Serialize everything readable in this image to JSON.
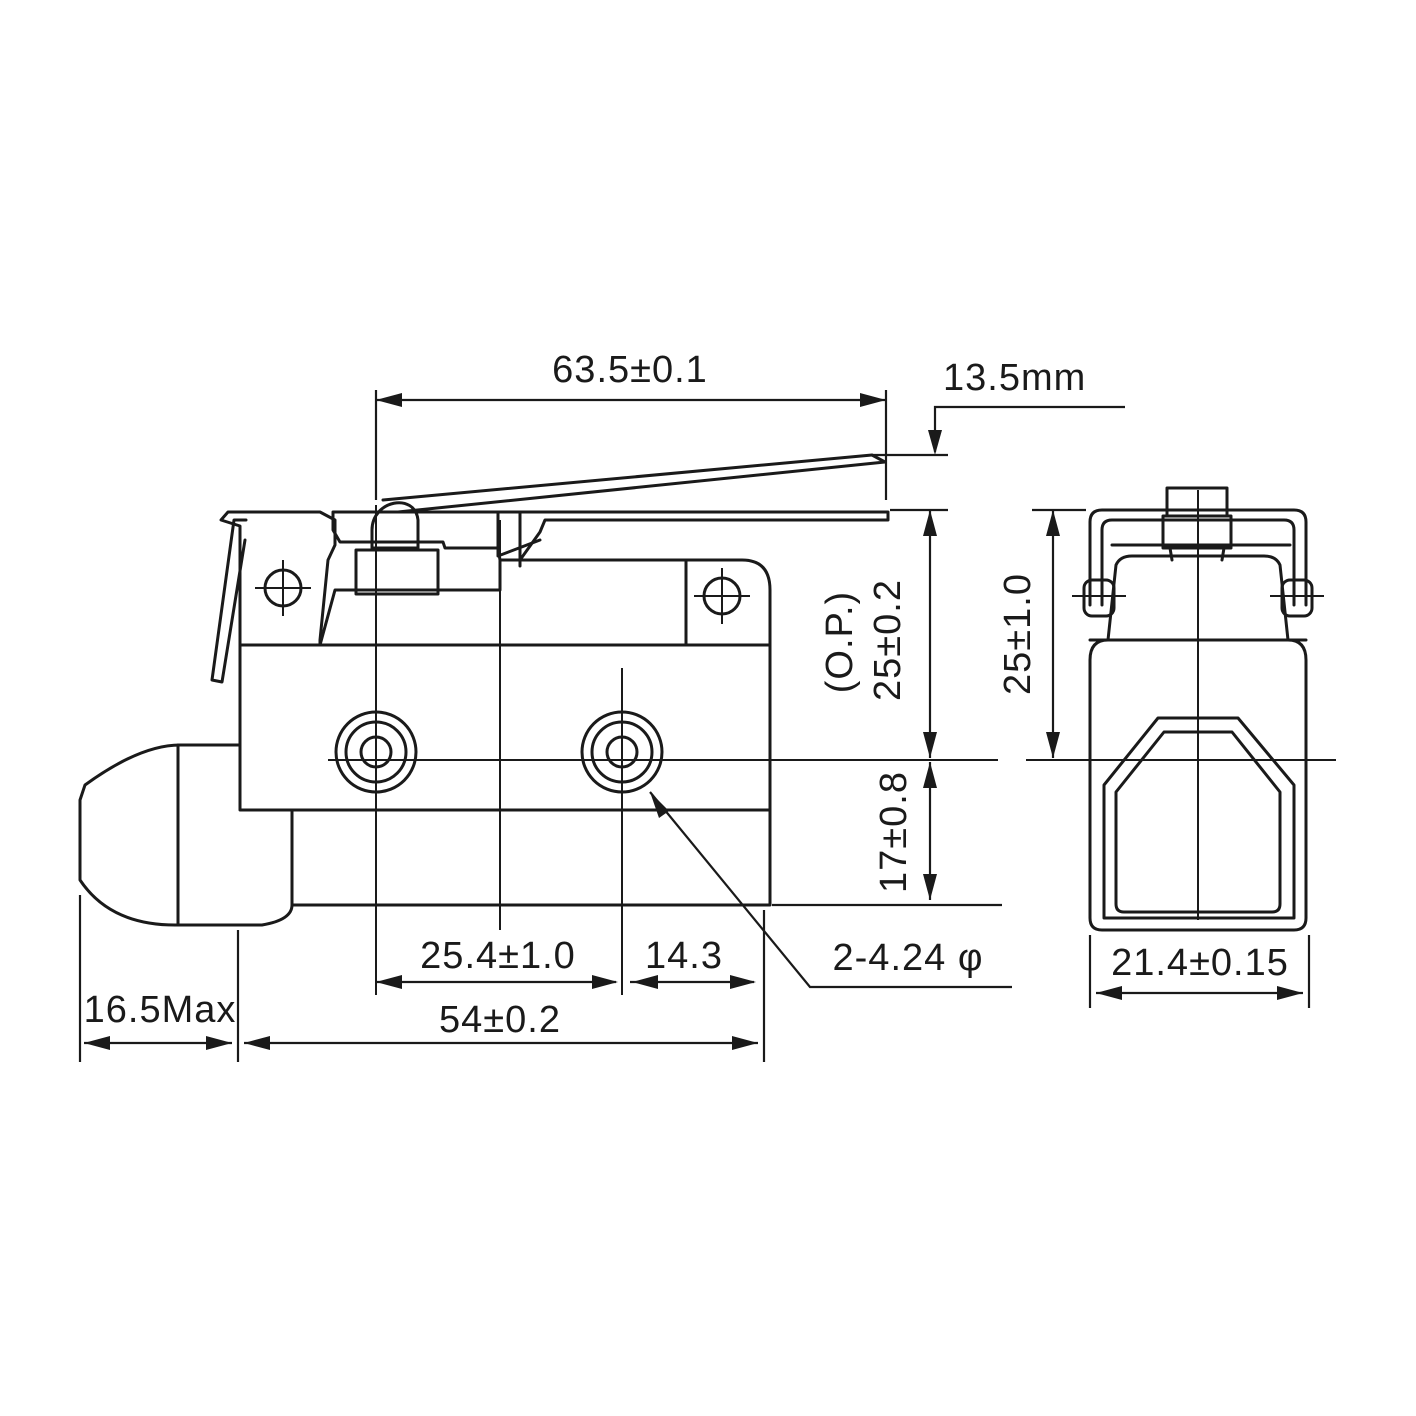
{
  "labels": {
    "lever_length": "63.5±0.1",
    "lever_tip": "13.5mm",
    "op_position": "(O.P.)",
    "op_value": "25±0.2",
    "hole_height": "17±0.8",
    "hole_pitch": "25.4±1.0",
    "hole_edge": "14.3",
    "body_length": "54±0.2",
    "plunger_max": "16.5Max",
    "hole_dia": "2-4.24 φ",
    "side_height": "25±1.0",
    "side_width": "21.4±0.15"
  }
}
